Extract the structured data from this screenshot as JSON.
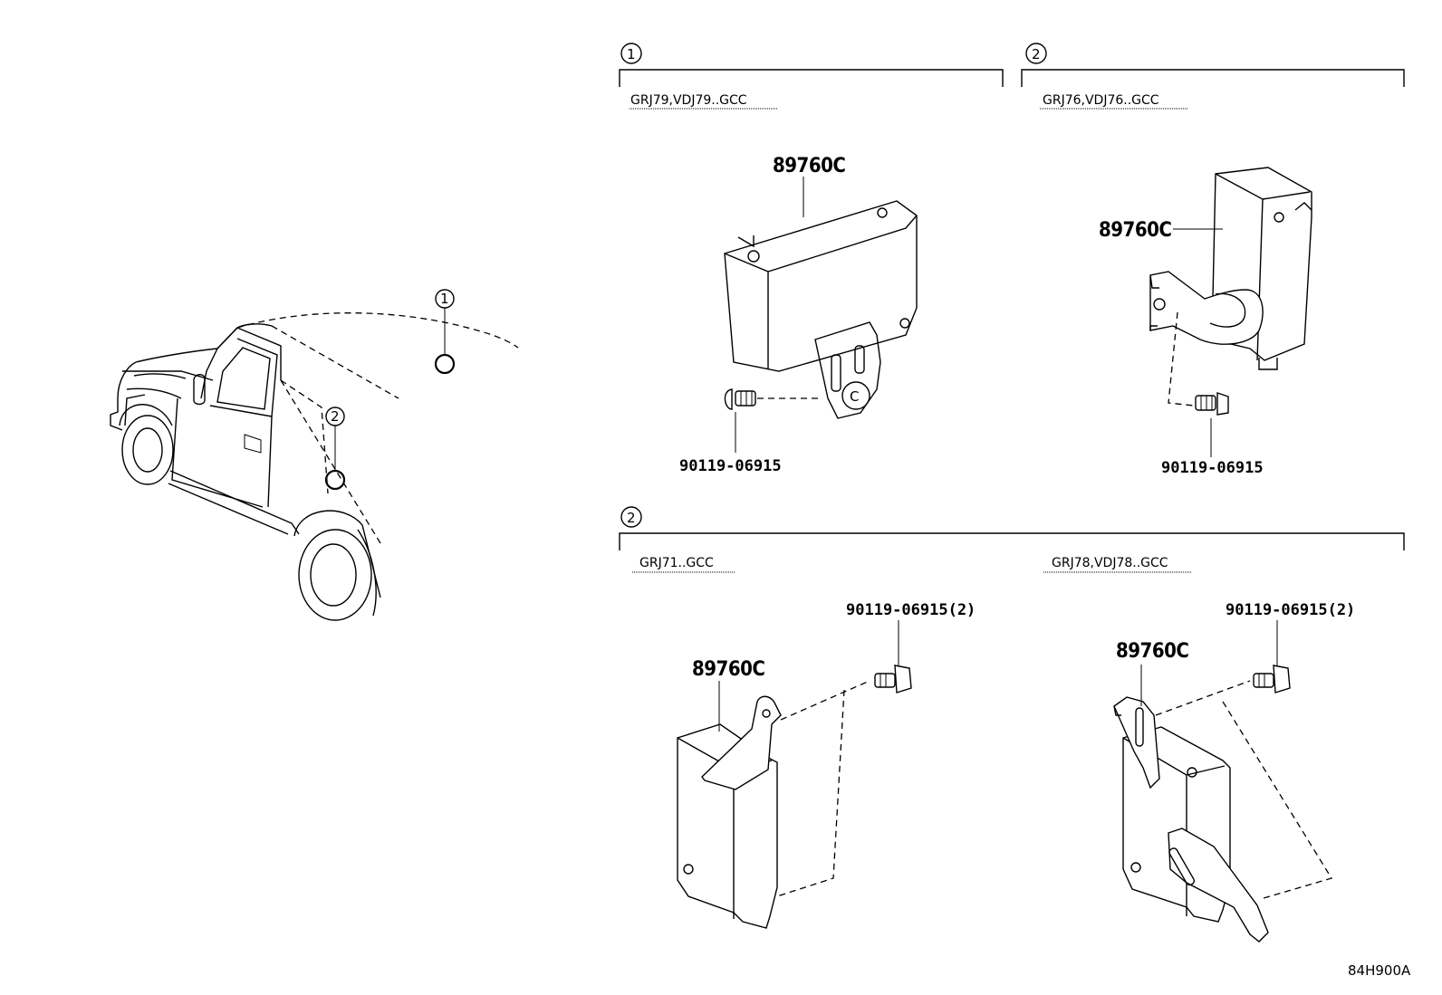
{
  "callouts": {
    "one": "1",
    "two": "2"
  },
  "sections": [
    {
      "callout": "1",
      "model": "GRJ79,VDJ79..GCC"
    },
    {
      "callout": "2",
      "model": "GRJ76,VDJ76..GCC"
    },
    {
      "callout": "2",
      "model": "GRJ71..GCC"
    },
    {
      "callout": "2",
      "model": "GRJ78,VDJ78..GCC"
    }
  ],
  "parts": {
    "module": "89760C",
    "bolt": "90119-06915",
    "bolt_qty2": "90119-06915(2)"
  },
  "diagram_code": "84H900A"
}
